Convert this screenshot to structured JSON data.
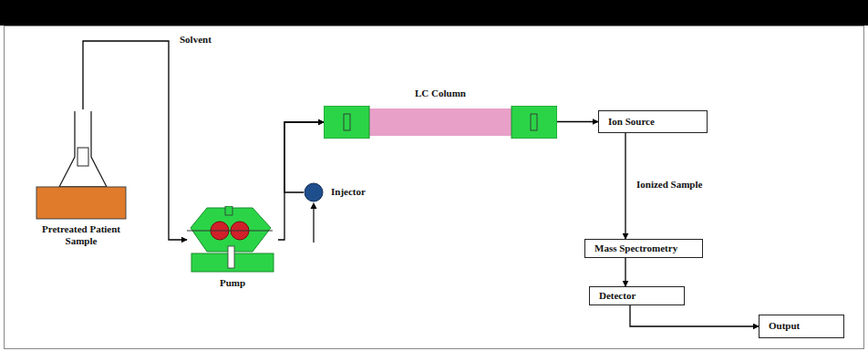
{
  "diagram": {
    "nodes": [
      {
        "text": [
          "Pretreated Patient Sample"
        ]
      },
      {
        "text": [
          "Pump"
        ]
      },
      {
        "text": [
          "Injector"
        ]
      },
      {
        "text": [
          "LC Column"
        ]
      },
      {
        "text": [
          "Ion Source"
        ]
      },
      {
        "text": [
          "Mass Spectrometry"
        ]
      },
      {
        "text": [
          "Detector"
        ]
      },
      {
        "text": [
          "Output"
        ]
      }
    ],
    "edges": [
      {
        "from": 0,
        "to": 1,
        "label": "Solvent",
        "arrow": "to"
      },
      {
        "from": 1,
        "to": 3,
        "arrow": "to"
      },
      {
        "from": 2,
        "to": 3,
        "arrow": "to"
      },
      {
        "from": 3,
        "to": 4,
        "arrow": "to"
      },
      {
        "from": 4,
        "to": 5,
        "label": "Ionized Sample",
        "arrow": "to"
      },
      {
        "from": 5,
        "to": 6,
        "arrow": "to"
      },
      {
        "from": 6,
        "to": 7,
        "arrow": "to"
      }
    ]
  }
}
